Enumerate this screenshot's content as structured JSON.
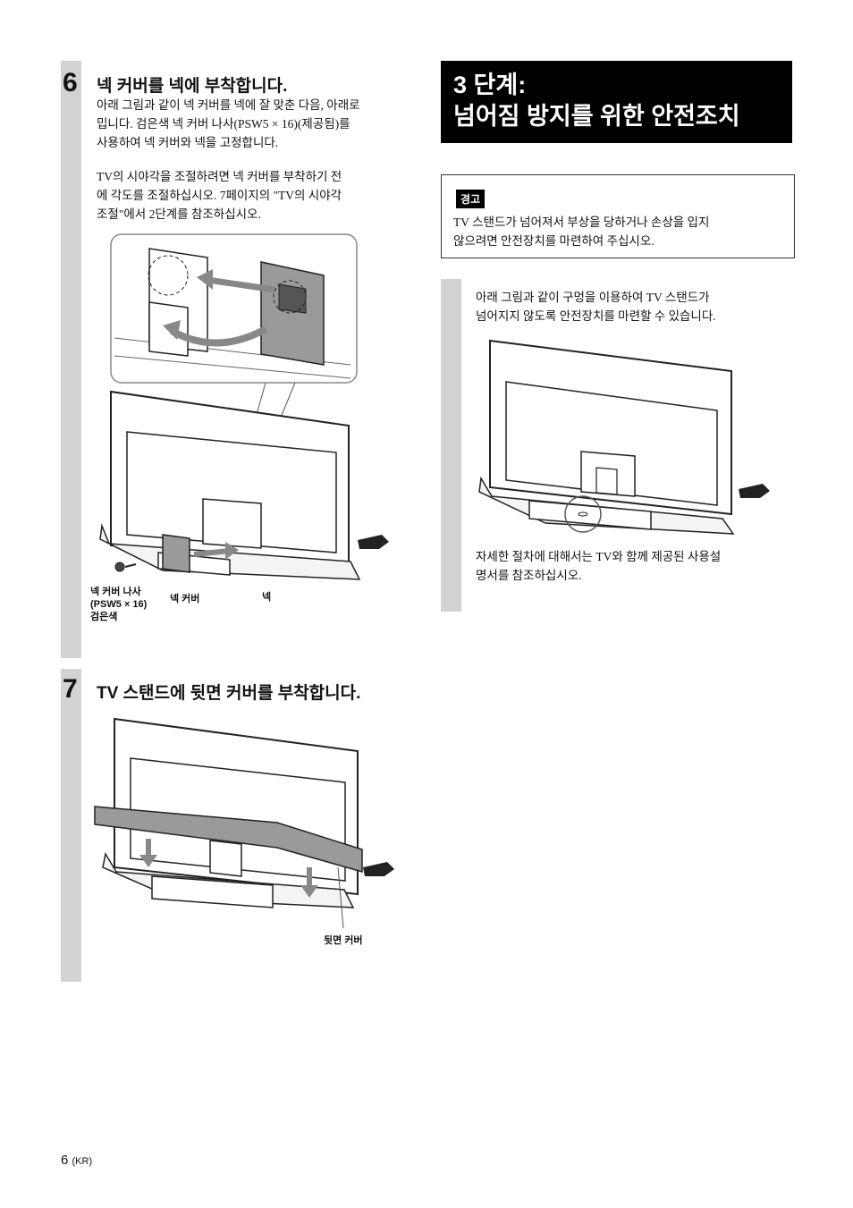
{
  "step6": {
    "number": "6",
    "title": "넥 커버를 넥에 부착합니다.",
    "para1": "아래 그림과 같이 넥 커버를 넥에 잘 맞춘 다음, 아래로\n밉니다. 검은색 넥 커버 나사(PSW5 × 16)(제공됨)를\n사용하여 넥 커버와 넥을 고정합니다.",
    "para2": "TV의 시야각을 조절하려면 넥 커버를 부착하기 전\n에 각도를 조절하십시오. 7페이지의 \"TV의 시야각\n조절\"에서 2단계를 참조하십시오.",
    "label_screw": "넥 커버 나사\n(PSW5 × 16)\n검은색",
    "label_neck_cover": "넥 커버",
    "label_neck": "넥"
  },
  "step7": {
    "number": "7",
    "title": "TV 스탠드에 뒷면 커버를 부착합니다.",
    "label_rear_cover": "뒷면 커버"
  },
  "section": {
    "title": "3 단계:\n넘어짐 방지를 위한 안전조치"
  },
  "warning": {
    "tag": "경고",
    "text": "TV 스탠드가 넘어져서 부상을 당하거나 손상을 입지\n않으려면 안전장치를 마련하여 주십시오."
  },
  "safety": {
    "intro": "아래 그림과 같이 구멍을 이용하여 TV 스탠드가\n넘어지지 않도록 안전장치를 마련할 수 있습니다.",
    "detail": "자세한 절차에 대해서는 TV와 함께 제공된 사용설\n명서를 참조하십시오."
  },
  "footer": {
    "page": "6",
    "region": "(KR)"
  }
}
